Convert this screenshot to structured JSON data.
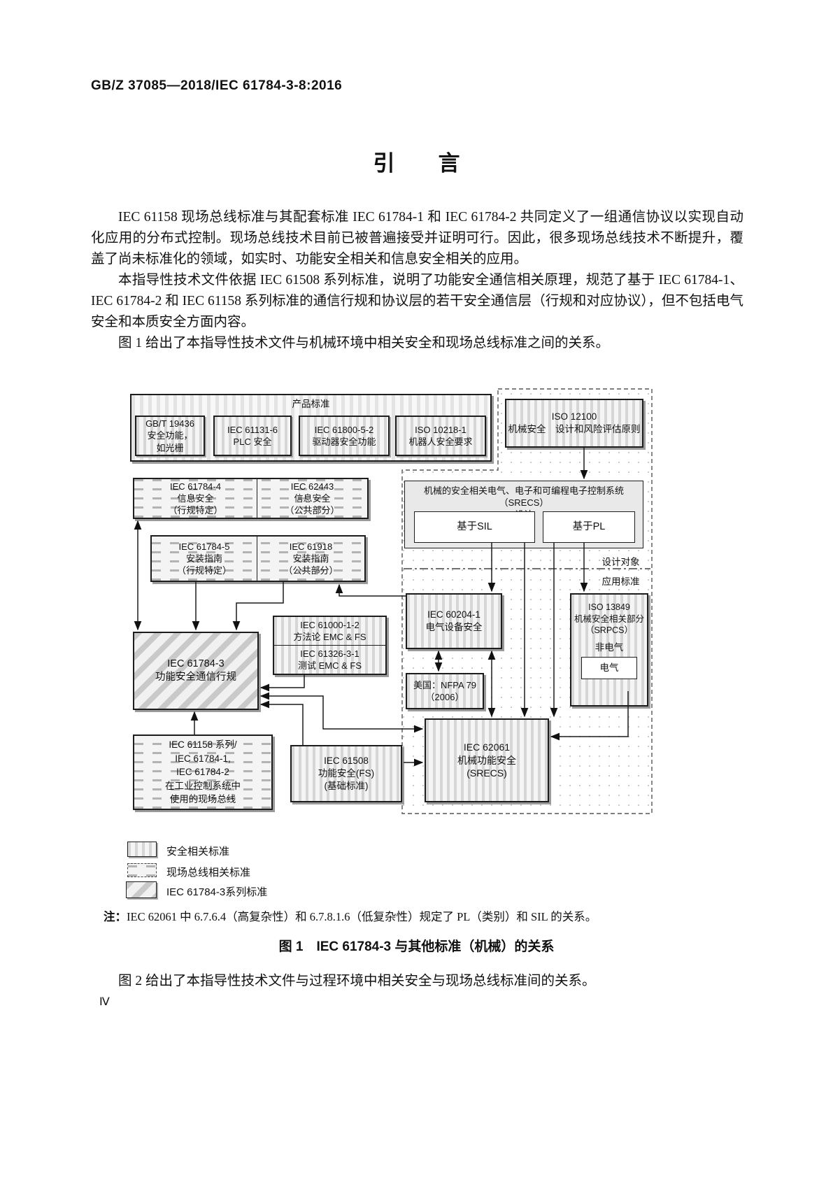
{
  "doc": {
    "header": "GB/Z 37085—2018/IEC 61784-3-8:2016",
    "title": "引　　言",
    "para1": "IEC 61158 现场总线标准与其配套标准 IEC 61784-1 和 IEC 61784-2 共同定义了一组通信协议以实现自动化应用的分布式控制。现场总线技术目前已被普遍接受并证明可行。因此，很多现场总线技术不断提升，覆盖了尚未标准化的领域，如实时、功能安全相关和信息安全相关的应用。",
    "para2": "本指导性技术文件依据 IEC 61508 系列标准，说明了功能安全通信相关原理，规范了基于 IEC 61784-1、IEC 61784-2 和 IEC 61158 系列标准的通信行规和协议层的若干安全通信层（行规和对应协议），但不包括电气安全和本质安全方面内容。",
    "para3": "图 1 给出了本指导性技术文件与机械环境中相关安全和现场总线标准之间的关系。",
    "note_label": "注：",
    "note": "IEC 62061 中 6.7.6.4（高复杂性）和 6.7.8.1.6（低复杂性）规定了 PL（类别）和 SIL 的关系。",
    "caption": "图 1　IEC 61784-3 与其他标准（机械）的关系",
    "para4": "图 2 给出了本指导性技术文件与过程环境中相关安全与现场总线标准间的关系。",
    "page_number": "Ⅳ"
  },
  "figure": {
    "product": {
      "label": "产品标准",
      "b1": "GB/T 19436\n安全功能，\n如光栅",
      "b2": "IEC 61131-6\nPLC 安全",
      "b3": "IEC 61800-5-2\n驱动器安全功能",
      "b4": "ISO 10218-1\n机器人安全要求"
    },
    "iso12100": "ISO 12100\n机械安全　设计和风险评估原则",
    "srecs": {
      "label": "机械的安全相关电气、电子和可编程电子控制系统（SRECS）\n设计",
      "sil": "基于SIL",
      "pl": "基于PL"
    },
    "design_object": "设计对象",
    "application_std": "应用标准",
    "security": {
      "left": "IEC 61784-4\n信息安全\n（行规特定）",
      "right": "IEC 62443\n信息安全\n（公共部分）"
    },
    "install": {
      "left": "IEC 61784-5\n安装指南\n（行规特定）",
      "right": "IEC 61918\n安装指南\n（公共部分）"
    },
    "emc": {
      "top": "IEC 61000-1-2\n方法论 EMC & FS",
      "bottom": "IEC 61326-3-1\n测试 EMC & FS"
    },
    "iec61784_3": "IEC 61784-3\n功能安全通信行规",
    "iec60204": "IEC 60204-1\n电气设备安全",
    "iso13849": {
      "label": "ISO 13849\n机械安全相关部分\n（SRPCS）",
      "non_electrical": "非电气",
      "electrical": "电气"
    },
    "nfpa": "美国：NFPA 79\n（2006）",
    "iec61158": "IEC 61158 系列/\nIEC 61784-1,\nIEC 61784-2\n在工业控制系统中\n使用的现场总线",
    "iec61508": "IEC 61508\n功能安全(FS)\n(基础标准)",
    "iec62061": "IEC 62061\n机械功能安全\n(SRECS)",
    "legend": {
      "safety": "安全相关标准",
      "fieldbus": "现场总线相关标准",
      "series": "IEC 61784-3系列标准"
    }
  }
}
